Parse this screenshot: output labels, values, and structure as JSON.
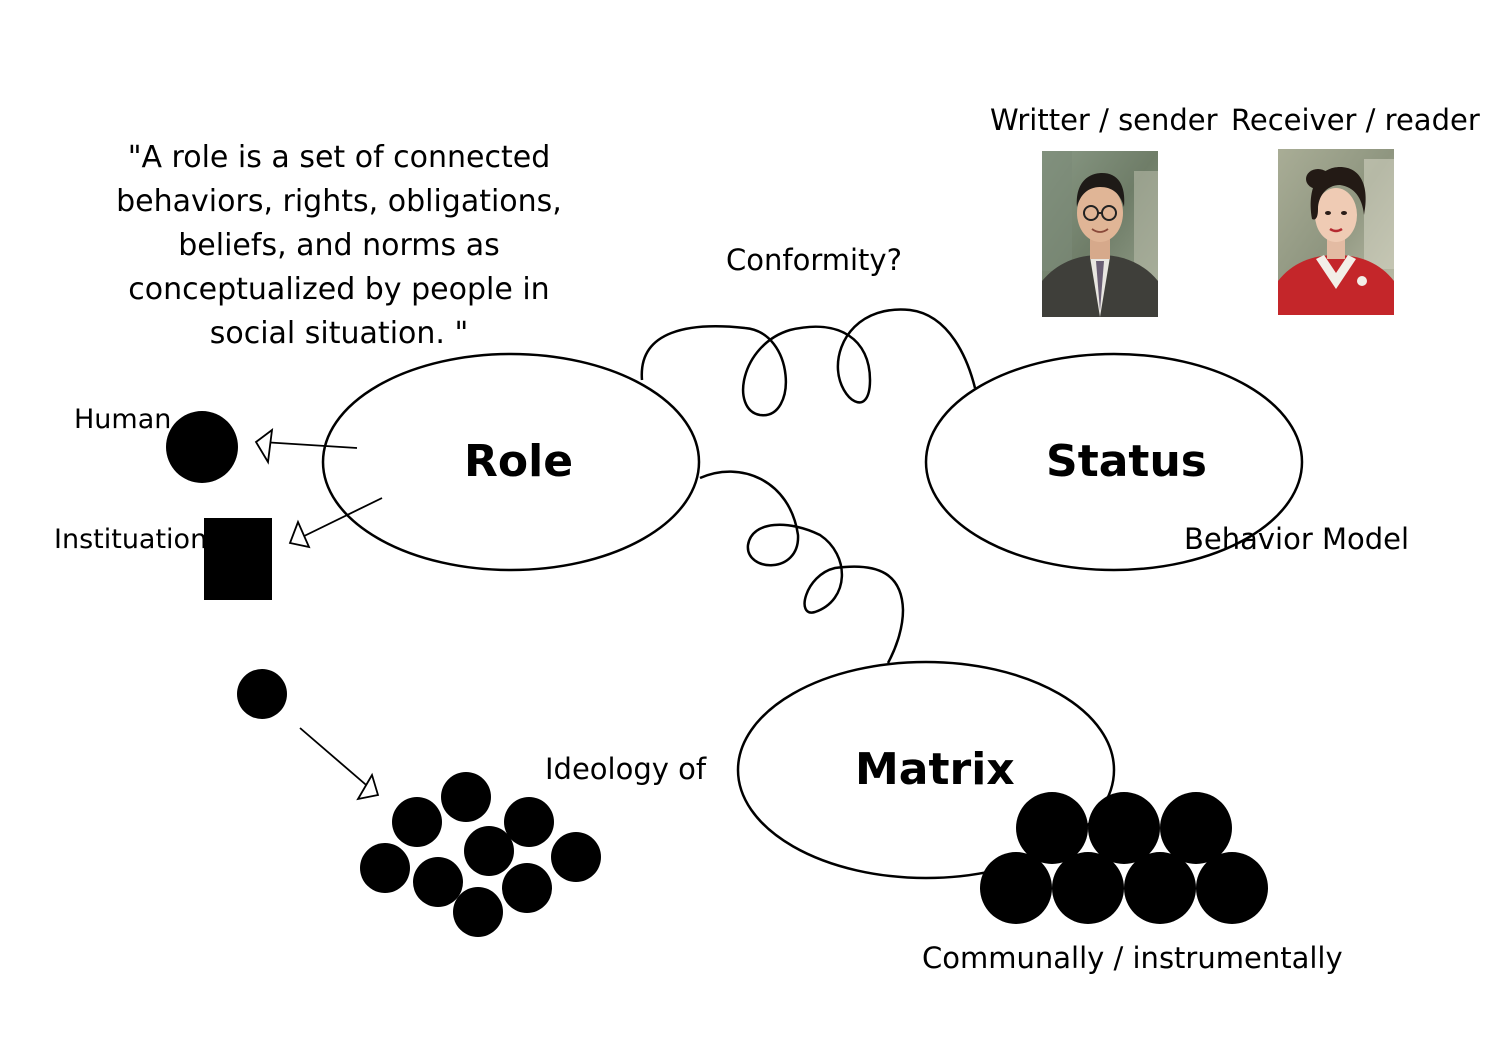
{
  "quote": "\"A role is a set of connected behaviors, rights, obligations, beliefs, and norms as conceptualized by people in social situation. \"",
  "nodes": {
    "role": "Role",
    "status": "Status",
    "matrix": "Matrix"
  },
  "labels": {
    "conformity": "Conformity?",
    "writer": "Writter / sender",
    "receiver": "Receiver / reader",
    "human": "Human",
    "institution": "Instituation",
    "behavior_model": "Behavior Model",
    "ideology": "Ideology of",
    "communally": "Communally / instrumentally"
  },
  "photos": {
    "writer": "man-portrait-photo",
    "receiver": "woman-portrait-photo"
  }
}
